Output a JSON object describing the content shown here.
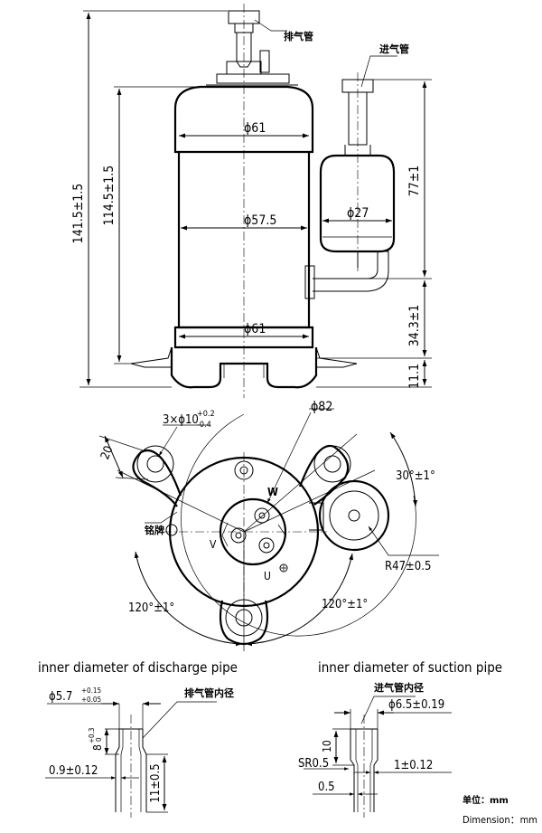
{
  "side_view": {
    "discharge_pipe_cn": "排气管",
    "suction_pipe_cn": "进气管",
    "dia_top": "ϕ61",
    "dia_mid": "ϕ57.5",
    "dia_bottom": "ϕ61",
    "dia_accumulator": "ϕ27",
    "height_total": "141.5±1.5",
    "height_body": "114.5±1.5",
    "height_accumulator": "77±1",
    "height_inlet": "34.3±1",
    "height_foot": "11.1"
  },
  "top_view": {
    "holes": "3×ϕ10",
    "holes_tol_upper": "+0.2",
    "holes_tol_lower": "-0.4",
    "dim_20": "20",
    "dia_82": "ϕ82",
    "angle_30": "30°±1°",
    "radius_47": "R47±0.5",
    "angle_120_left": "120°±1°",
    "angle_120_right": "120°±1°",
    "nameplate_cn": "铭牌",
    "terminal_w": "W",
    "terminal_v": "V",
    "terminal_u": "U"
  },
  "discharge_detail": {
    "title": "inner diameter of discharge pipe",
    "label_cn": "排气管内径",
    "dia": "ϕ5.7",
    "dia_tol_upper": "+0.15",
    "dia_tol_lower": "+0.05",
    "depth": "8",
    "depth_tol_upper": "+0.3",
    "depth_tol_lower": "0",
    "wall": "0.9±0.12",
    "length": "11±0.5"
  },
  "suction_detail": {
    "title": "inner diameter of suction pipe",
    "label_cn": "进气管内径",
    "dia": "ϕ6.5±0.19",
    "depth": "10",
    "radius": "SR0.5",
    "wall": "1±0.12",
    "step": "0.5"
  },
  "units": {
    "cn": "单位：mm",
    "en": "Dimension：mm"
  }
}
